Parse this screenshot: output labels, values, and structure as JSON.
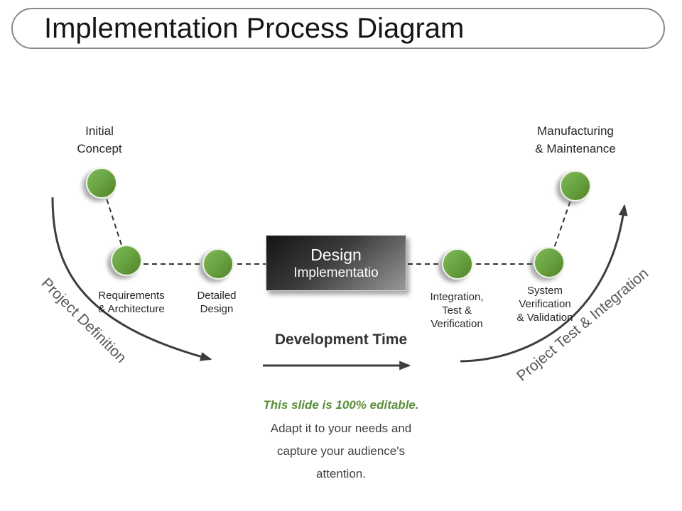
{
  "title": "Implementation Process Diagram",
  "stages": {
    "initial_concept": [
      "Initial",
      "Concept"
    ],
    "requirements": [
      "Requirements",
      "& Architecture"
    ],
    "detailed_design": [
      "Detailed",
      "Design"
    ],
    "design_implementation": [
      "Design",
      "Implementatio"
    ],
    "integration": [
      "Integration,",
      "Test &",
      "Verification"
    ],
    "system_verification": [
      "System",
      "Verification",
      "& Validation"
    ],
    "manufacturing": [
      "Manufacturing",
      "& Maintenance"
    ]
  },
  "flow_labels": {
    "project_definition": "Project Definition",
    "development_time": "Development Time",
    "project_test_integration": "Project Test & Integration"
  },
  "footer": {
    "line1": "This slide is 100% editable.",
    "line2": "Adapt it to your needs and",
    "line3": "capture your audience's",
    "line4": "attention."
  },
  "colors": {
    "node_green_light": "#80b958",
    "node_green_dark": "#538327",
    "box_gradient_dark": "#141414",
    "box_gradient_light": "#989898",
    "arrow_gray": "#3d3d3d",
    "rotated_text_gray": "#595959",
    "accent_green_text": "#5b8e3d",
    "title_border_gray": "#8a8a8a"
  }
}
